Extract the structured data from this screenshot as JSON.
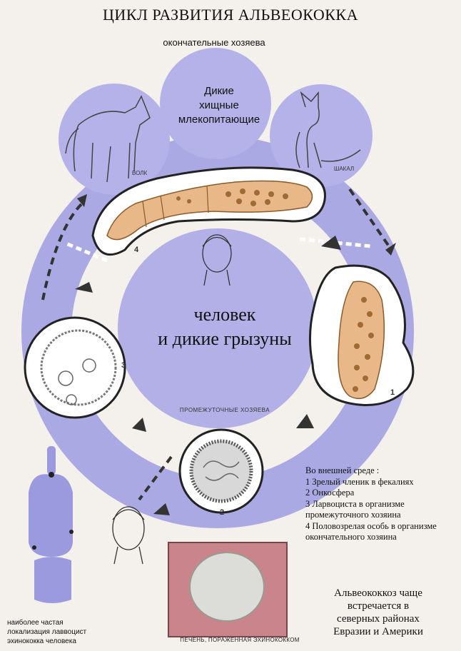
{
  "title": "ЦИКЛ РАЗВИТИЯ АЛЬВЕОКОККА",
  "definitive_hosts_label": "окончательные хозяева",
  "top_circle": [
    "Дикие",
    "хищные",
    "млекопитающие"
  ],
  "center": [
    "человек",
    "и дикие грызуны"
  ],
  "intermediate_hosts_label": "ПРОМЕЖУТОЧНЫЕ ХОЗЯЕВА",
  "animal_labels": {
    "wolf": "ВОЛК",
    "jackal": "ШАКАЛ"
  },
  "stage_numbers": {
    "s1": "1",
    "s2": "2",
    "s3": "3",
    "s4": "4"
  },
  "legend": {
    "heading": "Во внешней среде :",
    "items": [
      "1 Зрелый членик в фекалиях",
      "2 Онкосфера",
      "3 Ларвоциста в организме",
      "промежуточного хозяина",
      "4 Половозрелая особь в организме",
      " окончательного хозяина"
    ]
  },
  "note": [
    "Альвеококкоз чаще",
    "встречается в",
    "северных районах",
    "Евразии и Америки"
  ],
  "localization_note": [
    "наиболее частая",
    "локализация лаввоцист",
    "эхинококка человека"
  ],
  "liver_label": "ПЕЧЕНЬ, ПОРАЖЕННАЯ ЭХИНОКОККОМ",
  "colors": {
    "ring": "#aaa9e3",
    "circle_fill": "#b4b2e8",
    "center_fill": "#b2b0e6",
    "segment": "#e8b889",
    "segment_dark": "#8a5a2a",
    "organ": "#9c9ade",
    "liver": "#c9858b"
  }
}
